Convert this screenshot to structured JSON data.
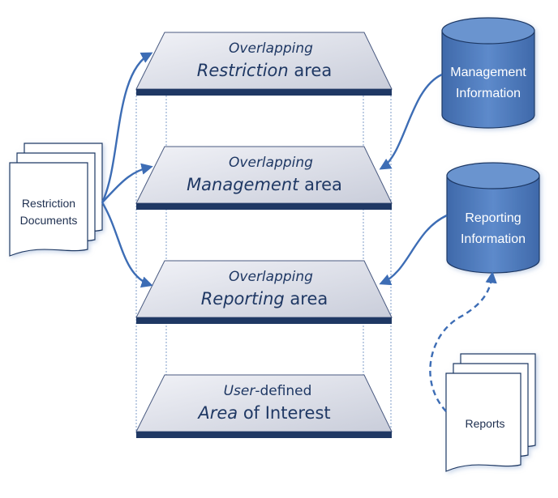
{
  "planes": [
    {
      "id": "restriction",
      "line1": "Overlapping",
      "line2_em": "Restriction",
      "line2_rest": " area"
    },
    {
      "id": "management",
      "line1": "Overlapping",
      "line2_em": "Management",
      "line2_rest": " area"
    },
    {
      "id": "reporting",
      "line1": "Overlapping",
      "line2_em": "Reporting",
      "line2_rest": " area"
    },
    {
      "id": "aoi",
      "line1_em": "User",
      "line1_rest": "-defined",
      "line2_em": "Area",
      "line2_rest": " of Interest"
    }
  ],
  "databases": {
    "management": {
      "line1": "Management",
      "line2": "Information"
    },
    "reporting": {
      "line1": "Reporting",
      "line2": "Information"
    }
  },
  "documents": {
    "restriction": {
      "line1": "Restriction",
      "line2": "Documents"
    },
    "reports": {
      "line1": "Reports"
    }
  },
  "colors": {
    "plane_top": "#d9dce6",
    "plane_edge": "#1f3864",
    "plane_text": "#1f3864",
    "database_fill": "#4f7cbf",
    "database_top": "#6a94cf",
    "database_stroke": "#1f3864",
    "arrow": "#3d6db5"
  }
}
